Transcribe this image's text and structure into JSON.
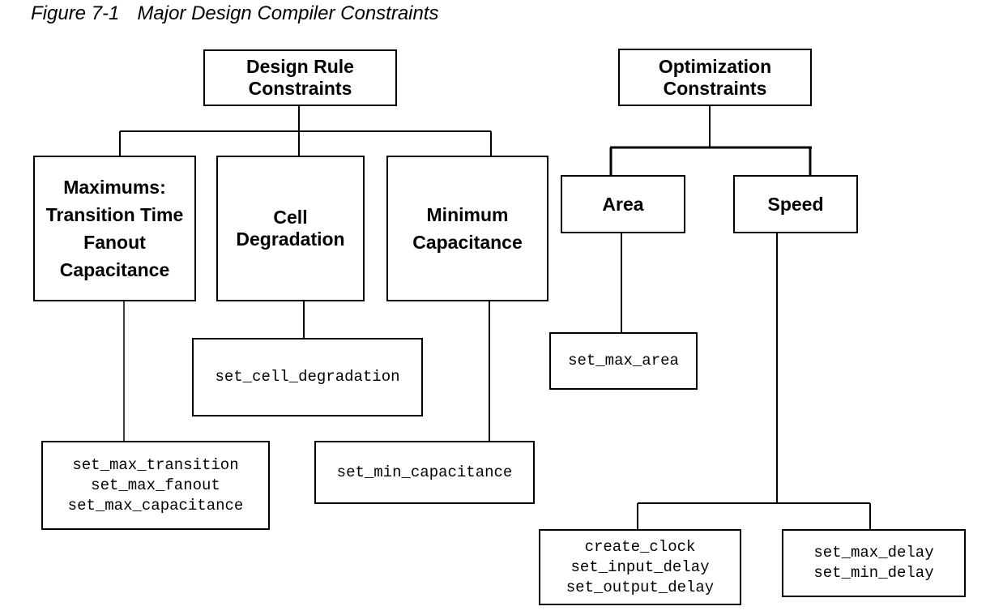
{
  "caption": {
    "number": "Figure 7-1",
    "title": "Major Design Compiler Constraints"
  },
  "nodes": {
    "design_rule": [
      "Design Rule",
      "Constraints"
    ],
    "optimization": [
      "Optimization",
      "Constraints"
    ],
    "maximums": [
      "Maximums:",
      "Transition Time",
      "Fanout",
      "Capacitance"
    ],
    "cell_degradation": [
      "Cell",
      "Degradation"
    ],
    "minimum_capacitance": [
      "Minimum",
      "Capacitance"
    ],
    "area": [
      "Area"
    ],
    "speed": [
      "Speed"
    ],
    "cmd_maximums": [
      "set_max_transition",
      "set_max_fanout",
      "set_max_capacitance"
    ],
    "cmd_cell_degradation": [
      "set_cell_degradation"
    ],
    "cmd_min_capacitance": [
      "set_min_capacitance"
    ],
    "cmd_area": [
      "set_max_area"
    ],
    "cmd_clock": [
      "create_clock",
      "set_input_delay",
      "set_output_delay"
    ],
    "cmd_delay": [
      "set_max_delay",
      "set_min_delay"
    ]
  }
}
